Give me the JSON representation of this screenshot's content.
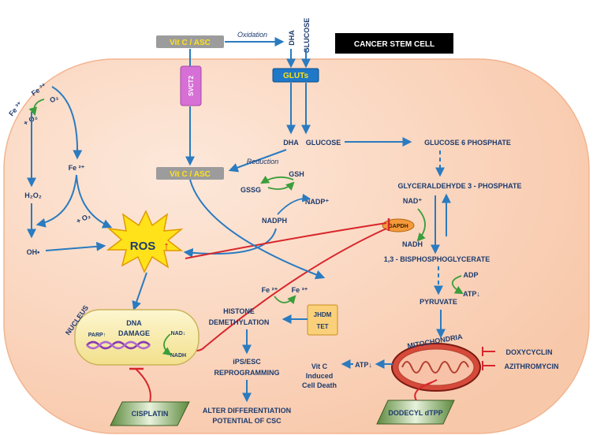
{
  "title": "CANCER STEM CELL",
  "vitc_top": "Vit C / ASC",
  "vitc_mid": "Vit C / ASC",
  "oxidation": "Oxidation",
  "dha_top": "DHA",
  "glucose_top": "GLUCOSE",
  "gluts": "GLUTs",
  "svct2": "SVCT2",
  "dha": "DHA",
  "glucose": "GLUCOSE",
  "g6p": "GLUCOSE 6 PHOSPHATE",
  "g3p": "GLYCERALDEHYDE 3 - PHOSPHATE",
  "reduction": "Reduction",
  "gsh": "GSH",
  "gssg": "GSSG",
  "nadp": "NADP⁺",
  "nadph": "NADPH",
  "nad_plus": "NAD⁺",
  "gapdh": "GAPDH",
  "nadh": "NADH",
  "bpg": "1,3 - BISPHOSPHOGLYCERATE",
  "adp": "ADP",
  "atp_down": "ATP↓",
  "pyruvate": "PYRUVATE",
  "mitochondria": "MITOCHONDRIA",
  "doxycyclin": "DOXYCYCLIN",
  "azithromycin": "AZITHROMYCIN",
  "atp_mito": "ATP↓",
  "vitc_death": [
    "Vit C",
    "Induced",
    "Cell Death"
  ],
  "dodecyl": "DODECYL dTPP",
  "fe3_left": "Fe ³⁺",
  "fe3_right": "Fe ³⁺",
  "o2_minus": "O₂",
  "o2_plus": "+ O₂",
  "fe2": "Fe ²⁺",
  "h2o2": "H₂O₂",
  "plus_o2": "+ O₂",
  "oh": "OH•",
  "ros": "ROS",
  "fe2_jhdm": "Fe ²⁺",
  "fe3_jhdm": "Fe ³⁺",
  "jhdm": "JHDM",
  "tet": "TET",
  "histone": [
    "HISTONE",
    "DEMETHYLATION"
  ],
  "ips": [
    "iPS/ESC",
    "REPROGRAMMING"
  ],
  "alter": [
    "ALTER DIFFERENTIATION",
    "POTENTIAL OF CSC"
  ],
  "nucleus": "NUCLEUS",
  "dna_damage": [
    "DNA",
    "DAMAGE"
  ],
  "parp": "PARP↑",
  "nad_nuc": "NAD↓",
  "nadh_nuc": "NADH",
  "cisplatin": "CISPLATIN",
  "colors": {
    "cell": "#fbd9c4",
    "arrow": "#2a7bc0",
    "inhibit": "#d8262b",
    "green": "#3b9e3b",
    "label": "#1d3b6e"
  }
}
